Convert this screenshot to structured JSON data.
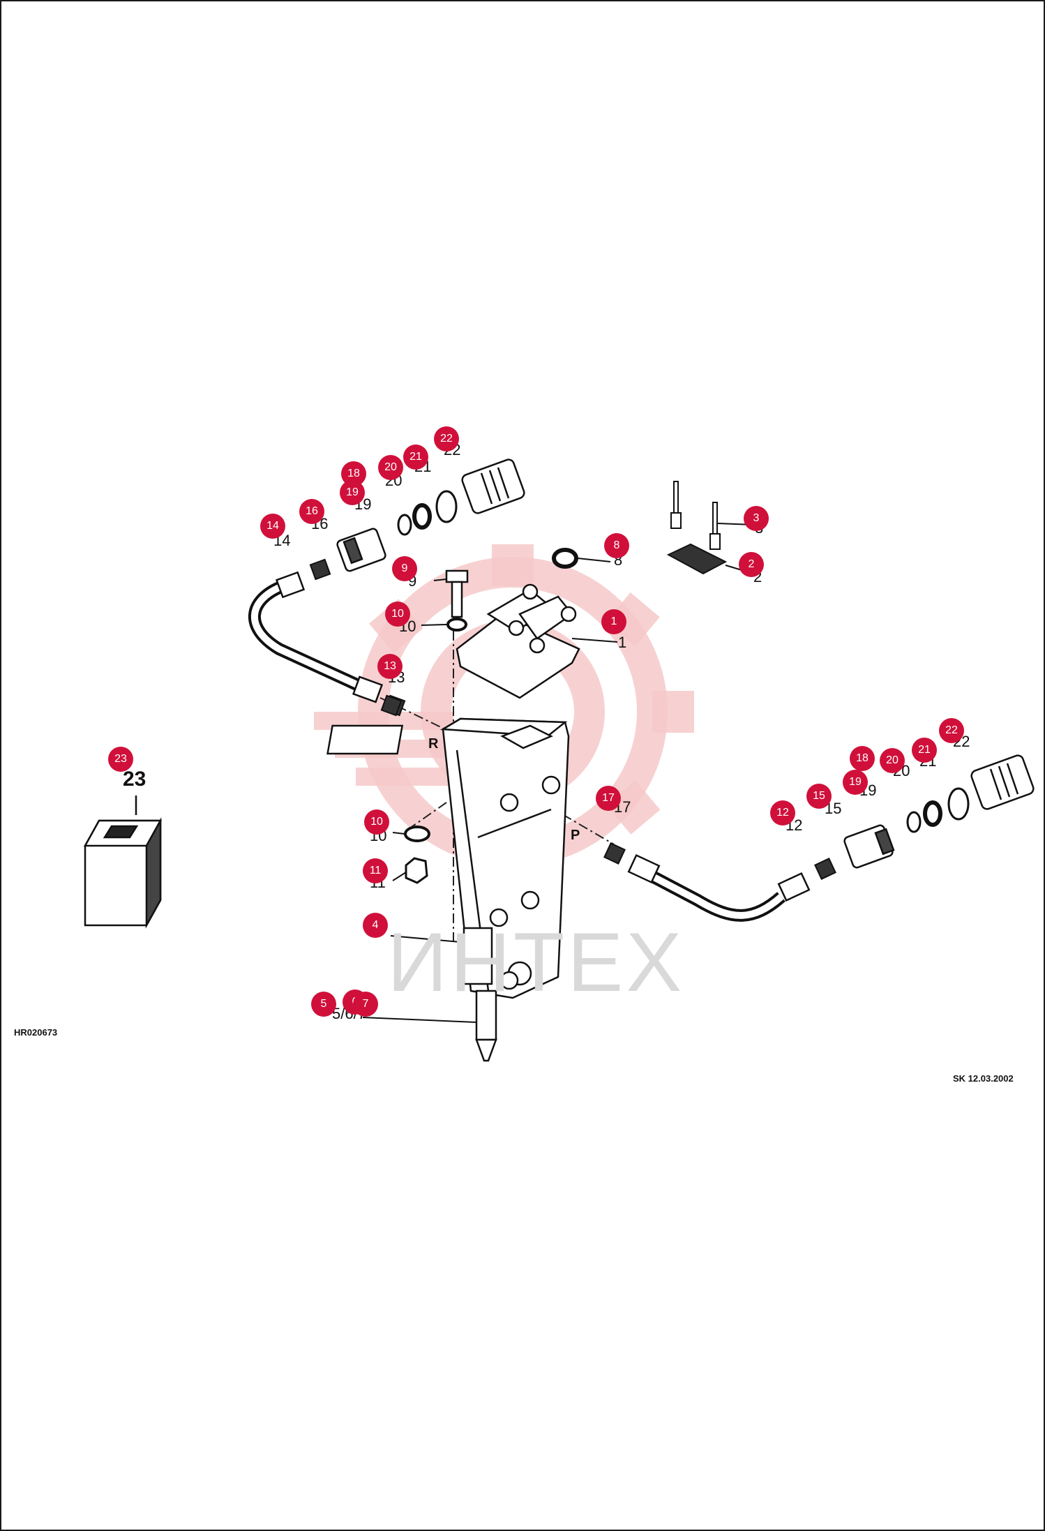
{
  "watermark": {
    "text": "ИНТЕХ",
    "gear_color": "#f6c9c9"
  },
  "doc_code": "HR020673",
  "date_stamp": "SK 12.03.2002",
  "ports": {
    "return": "R",
    "pressure": "P"
  },
  "box_label": "23",
  "accent_color": "#d0103a",
  "callouts": {
    "c1": "1",
    "c2": "2",
    "c3": "3",
    "c4": "4",
    "c5": "5",
    "c6": "6",
    "c7": "7",
    "c8": "8",
    "c9": "9",
    "c10a": "10",
    "c10b": "10",
    "c11": "11",
    "c12": "12",
    "c13": "13",
    "c14": "14",
    "c15": "15",
    "c16": "16",
    "c17": "17",
    "c18a": "18",
    "c18b": "18",
    "c19a": "19",
    "c19b": "19",
    "c20a": "20",
    "c20b": "20",
    "c21a": "21",
    "c21b": "21",
    "c22a": "22",
    "c22b": "22",
    "c23": "23"
  },
  "part_numbers": {
    "n1": "1",
    "n2": "2",
    "n3": "3",
    "n8": "8",
    "n9": "9",
    "n10a": "10",
    "n10b": "10",
    "n11": "11",
    "n12": "12",
    "n13": "13",
    "n14": "14",
    "n15": "15",
    "n16": "16",
    "n17": "17",
    "n19a": "19",
    "n19b": "19",
    "n20a": "20",
    "n20b": "20",
    "n21a": "21",
    "n21b": "21",
    "n22a": "22",
    "n22b": "22",
    "n567": "5/6/7"
  }
}
